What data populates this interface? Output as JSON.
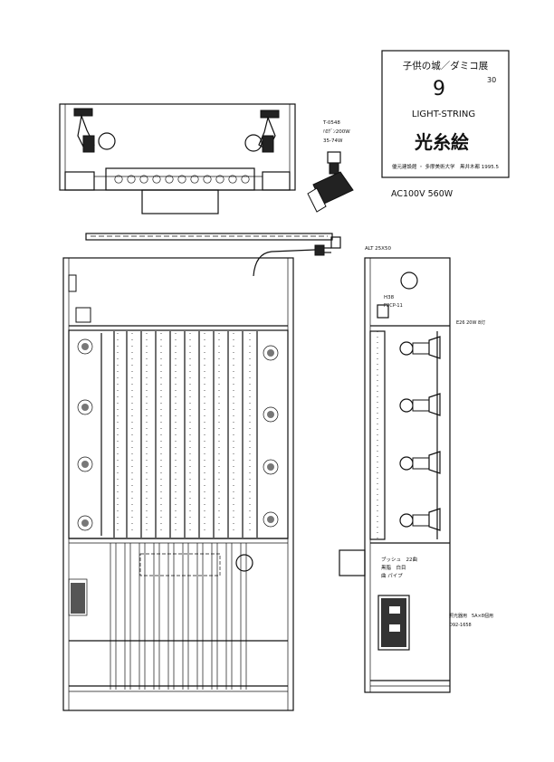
{
  "title_block": {
    "exhibition": "子供の城／ダミコ展",
    "number": "9",
    "sheet": "30",
    "english_title": "LIGHT-STRING",
    "japanese_title": "光糸絵",
    "credits": "優元建設館 ・ 多摩美術大学　黒井木都 1995.5"
  },
  "power_rating": "AC100V  560W",
  "labels": {
    "spot_model": "T-0548",
    "spot_spec": "ﾊﾛｹﾞﾝ200W",
    "spot_code": "35-74W",
    "alt_size": "ALT 25X50",
    "part_h38": "H38",
    "part_p2cp": "P2CP-11",
    "socket": "E26  20W  8灯",
    "bush": "ブッシュ　22曲",
    "color": "黒脂　白目",
    "pipe": "曲  パイプ",
    "panel1": "照光器用　5A×8個用",
    "panel2": "D92-1658"
  },
  "colors": {
    "line": "#111111",
    "background": "#ffffff"
  },
  "icons": [
    "spotlight-icon",
    "bulb-icon",
    "plug-icon"
  ]
}
